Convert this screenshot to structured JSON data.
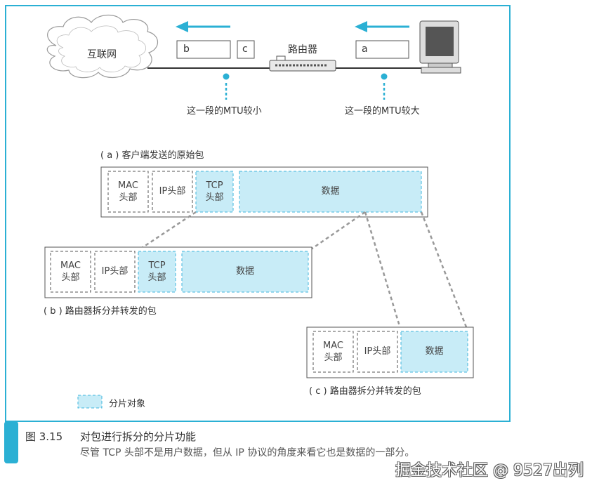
{
  "network": {
    "internet_label": "互联网",
    "router_label": "路由器",
    "packet_b": "b",
    "packet_c": "c",
    "packet_a": "a",
    "mtu_small": "这一段的MTU较小",
    "mtu_large": "这一段的MTU较大"
  },
  "section_a": {
    "title": "( a ) 客户端发送的原始包",
    "mac": [
      "MAC",
      "头部"
    ],
    "ip": "IP头部",
    "tcp": [
      "TCP",
      "头部"
    ],
    "data": "数据"
  },
  "section_b": {
    "title": "( b ) 路由器拆分并转发的包",
    "mac": [
      "MAC",
      "头部"
    ],
    "ip": "IP头部",
    "tcp": [
      "TCP",
      "头部"
    ],
    "data": "数据"
  },
  "section_c": {
    "title": "( c ) 路由器拆分并转发的包",
    "mac": [
      "MAC",
      "头部"
    ],
    "ip": "IP头部",
    "data": "数据"
  },
  "legend": {
    "label": "分片对象"
  },
  "caption": {
    "number": "图 3.15",
    "title": "对包进行拆分的分片功能",
    "subtitle": "尽管 TCP 头部不是用户数据，但从 IP 协议的角度来看它也是数据的一部分。"
  },
  "watermark": "掘金技术社区 @ 9527出列",
  "colors": {
    "frame": "#2bb0d4",
    "fill": "#c8ecf7",
    "dash_accent": "#3fb6dc"
  }
}
